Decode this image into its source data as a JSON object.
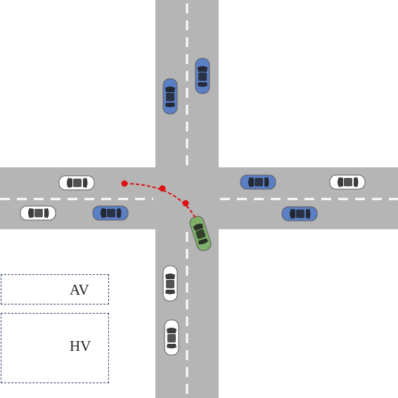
{
  "colors": {
    "road": "#b5b5b5",
    "lane_marking": "#ffffff",
    "av_car": "#7fb069",
    "hv_car_white": "#ffffff",
    "hv_car_blue": "#5b7fc4",
    "trajectory": "#dd1111",
    "legend_border": "#2f3e6b"
  },
  "icons": {
    "car": "car-icon",
    "trajectory_point": "circle-icon"
  },
  "legend": {
    "av": {
      "label": "AV",
      "icon_color": "green"
    },
    "hv": {
      "label": "HV",
      "icon_colors": [
        "white",
        "blue"
      ]
    }
  }
}
